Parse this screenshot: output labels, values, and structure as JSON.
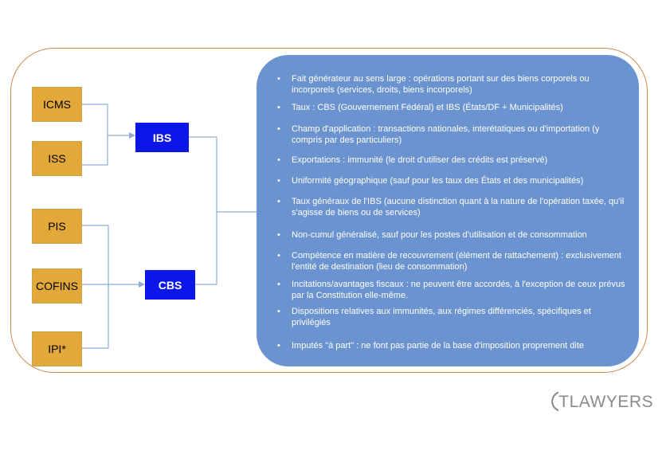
{
  "diagram": {
    "taxes": [
      {
        "id": "icms",
        "label": "ICMS"
      },
      {
        "id": "iss",
        "label": "ISS"
      },
      {
        "id": "pis",
        "label": "PIS"
      },
      {
        "id": "cofins",
        "label": "COFINS"
      },
      {
        "id": "ipi",
        "label": "IPI*"
      }
    ],
    "aggregates": [
      {
        "id": "ibs",
        "label": "IBS"
      },
      {
        "id": "cbs",
        "label": "CBS"
      }
    ],
    "features": [
      "Fait générateur au sens large : opérations portant sur des biens corporels ou incorporels (services, droits, biens incorporels)",
      "Taux : CBS (Gouvernement Fédéral) et IBS (États/DF + Municipalités)",
      "Champ d'application : transactions nationales, interétatiques ou d'importation (y compris par des particuliers)",
      "Exportations : immunité (le droit d'utiliser des crédits est préservé)",
      "Uniformité géographique (sauf pour les taux des États et des municipalités)",
      "Taux généraux de l'IBS (aucune distinction quant à la nature de l'opération taxée, qu'il s'agisse de biens ou de services)",
      "Non-cumul généralisé, sauf pour les postes d'utilisation et de consommation",
      "Compétence en matière de recouvrement (élément de rattachement) : exclusivement l'entité de destination (lieu de consommation)",
      "Incitations/avantages fiscaux : ne peuvent être accordés, à l'exception de ceux prévus par la Constitution elle-même.",
      "Dispositions relatives aux immunités, aux régimes différenciés, spécifiques et privilégiés",
      "Imputés \"à part\" : ne font pas partie de la base d'imposition proprement dite"
    ],
    "colors": {
      "tax_box": "#e3a83a",
      "aggregate_box": "#0c16e8",
      "panel": "#6b93cf",
      "frame": "#d08a4a",
      "connector": "#8eaed6"
    }
  },
  "logo": {
    "text": "TLAWYERS",
    "mark": "G"
  }
}
